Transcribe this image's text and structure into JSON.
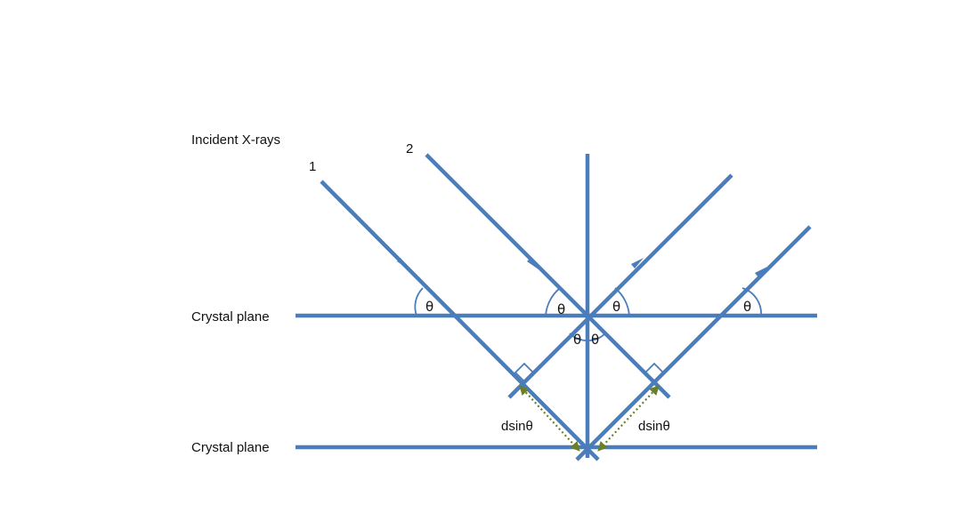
{
  "labels": {
    "incident": "Incident X-rays",
    "ray1": "1",
    "ray2": "2",
    "crystal_plane_top": "Crystal plane",
    "crystal_plane_bottom": "Crystal plane",
    "theta": "θ",
    "dsin_left": "dsinθ",
    "dsin_right": "dsinθ"
  },
  "colors": {
    "line": "#4A7DBA",
    "dotted": "#6B7F2A",
    "text": "#111111",
    "background": "#ffffff"
  }
}
